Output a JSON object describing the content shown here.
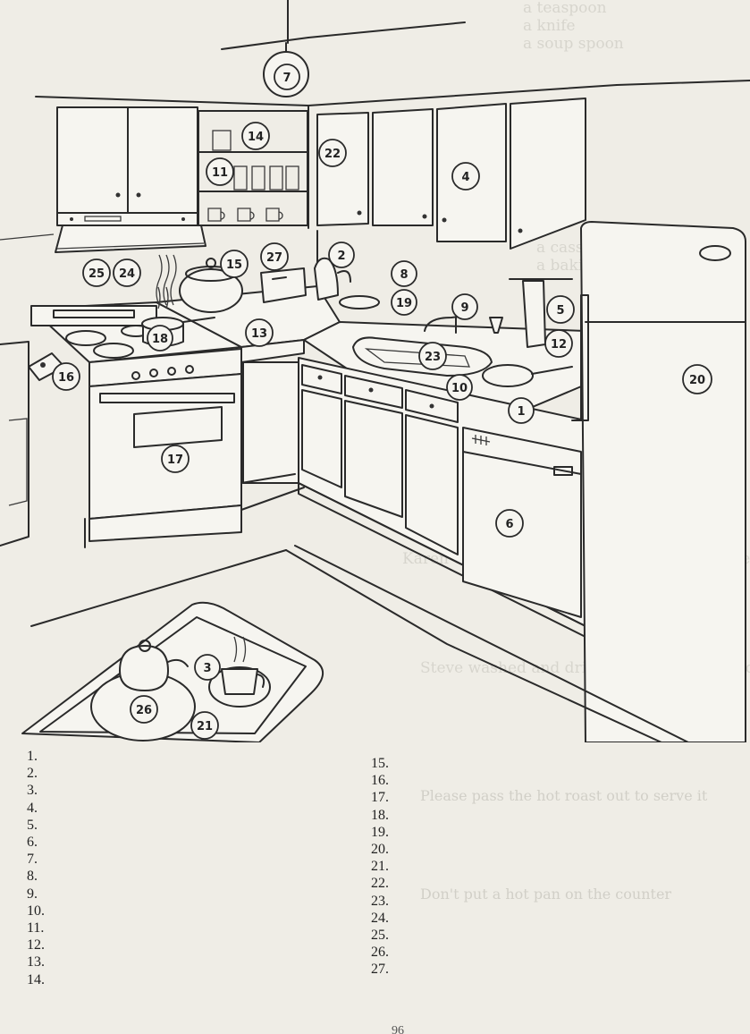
{
  "labels": [
    "1",
    "2",
    "3",
    "4",
    "5",
    "6",
    "7",
    "8",
    "9",
    "10",
    "11",
    "12",
    "13",
    "14",
    "15",
    "16",
    "17",
    "18",
    "19",
    "20",
    "21",
    "22",
    "23",
    "24",
    "25",
    "26",
    "27"
  ],
  "answer_list_left": [
    "1.",
    "2.",
    "3.",
    "4.",
    "5.",
    "6.",
    "7.",
    "8.",
    "9.",
    "10.",
    "11.",
    "12.",
    "13.",
    "14."
  ],
  "answer_list_right": [
    "15.",
    "16.",
    "17.",
    "18.",
    "19.",
    "20.",
    "21.",
    "22.",
    "23.",
    "24.",
    "25.",
    "26.",
    "27."
  ],
  "bleed_through": [
    "a teaspoon",
    "a knife",
    "a soup spoon",
    "a casserole dish",
    "a baking tray",
    "Karen opened a tin of soup and then filled her glass with the",
    "Steve washed and dried the dishes by hand",
    "Please pass the hot roast out to serve it",
    "Don't put a hot pan on the counter"
  ],
  "page_number": "96"
}
